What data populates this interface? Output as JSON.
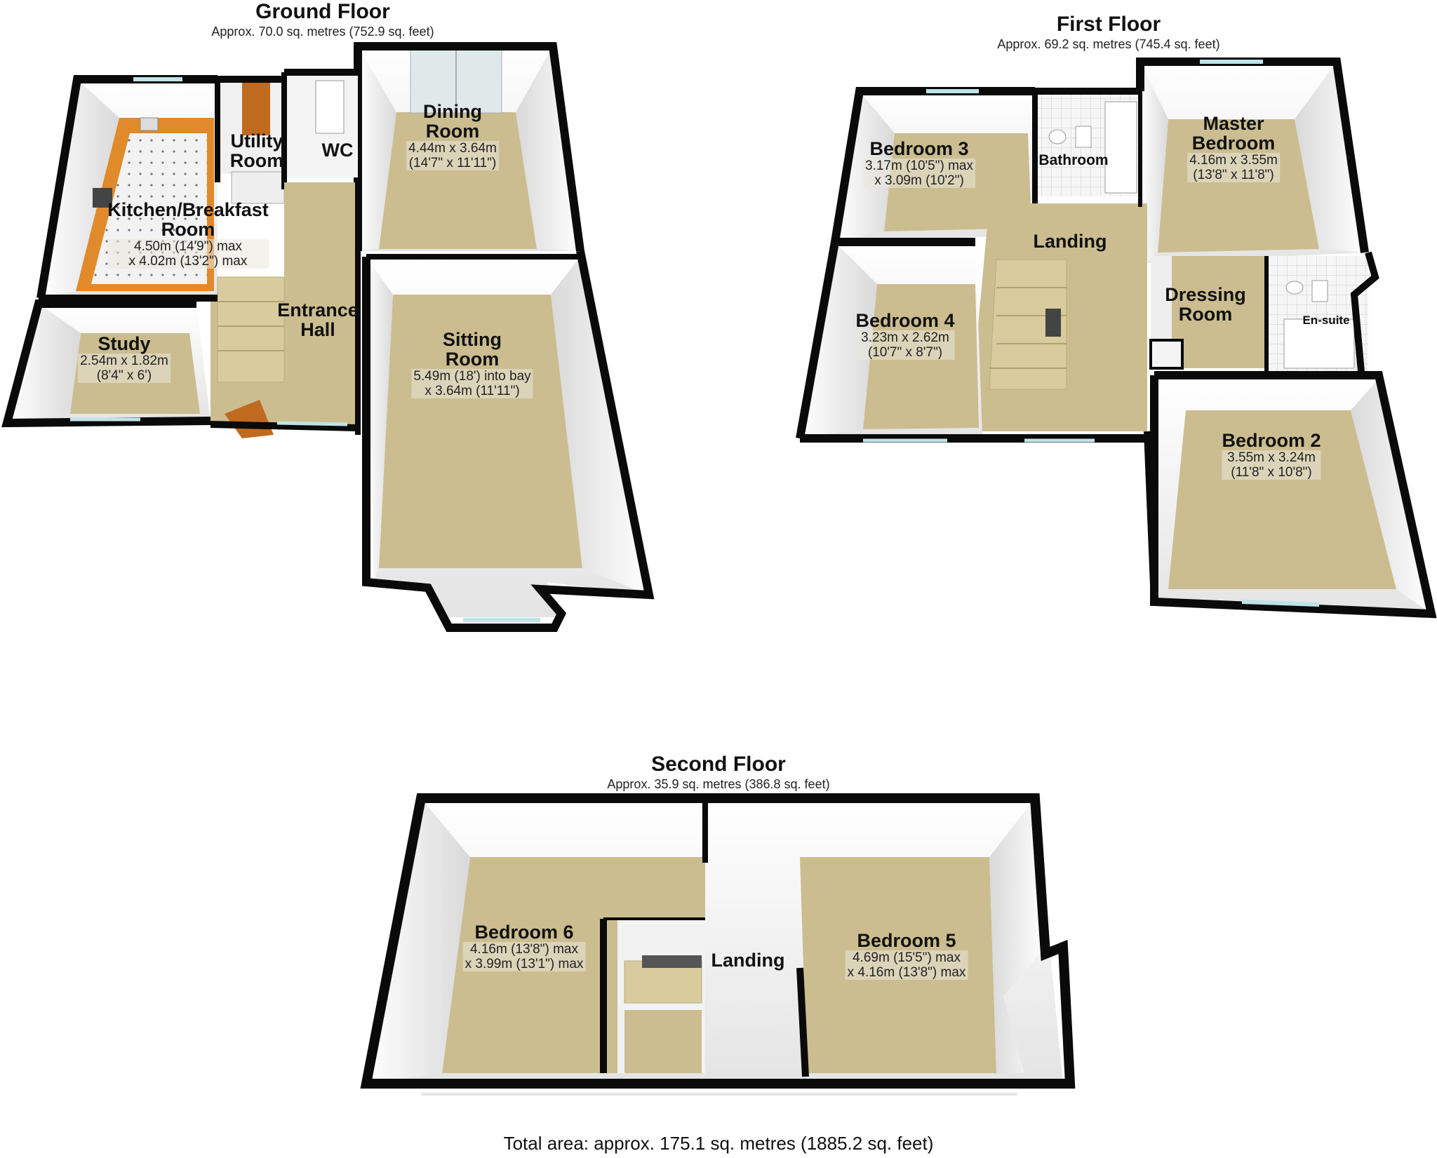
{
  "colors": {
    "wall": "#0a0a0a",
    "floor": "#cbbd8f",
    "kitchen_counter": "#e08a2c",
    "inner_wall": "#eeeeee",
    "window": "#bfe3e6",
    "door": "#c06a20"
  },
  "floors": {
    "ground": {
      "name": "Ground Floor",
      "area": "Approx. 70.0 sq. metres (752.9 sq. feet)"
    },
    "first": {
      "name": "First Floor",
      "area": "Approx. 69.2 sq. metres (745.4 sq. feet)"
    },
    "second": {
      "name": "Second Floor",
      "area": "Approx. 35.9 sq. metres (386.8 sq. feet)"
    }
  },
  "rooms": {
    "dining": {
      "name": "Dining Room",
      "name_l1": "Dining",
      "name_l2": "Room",
      "dim1": "4.44m x 3.64m",
      "dim2": "(14'7\" x 11'11\")"
    },
    "wc": {
      "name": "WC"
    },
    "utility": {
      "name_l1": "Utility",
      "name_l2": "Room"
    },
    "kitchen": {
      "name_l1": "Kitchen/Breakfast",
      "name_l2": "Room",
      "dim1": "4.50m (14'9\") max",
      "dim2": "x 4.02m (13'2\") max"
    },
    "entrance": {
      "name_l1": "Entrance",
      "name_l2": "Hall"
    },
    "sitting": {
      "name_l1": "Sitting",
      "name_l2": "Room",
      "dim1": "5.49m (18') into bay",
      "dim2": "x 3.64m (11'11\")"
    },
    "study": {
      "name": "Study",
      "dim1": "2.54m x 1.82m",
      "dim2": "(8'4\" x 6')"
    },
    "bedroom3": {
      "name": "Bedroom 3",
      "dim1": "3.17m (10'5\") max",
      "dim2": "x 3.09m (10'2\")"
    },
    "bathroom": {
      "name": "Bathroom"
    },
    "master": {
      "name_l1": "Master",
      "name_l2": "Bedroom",
      "dim1": "4.16m x 3.55m",
      "dim2": "(13'8\" x 11'8\")"
    },
    "landing1": {
      "name": "Landing"
    },
    "bedroom4": {
      "name": "Bedroom 4",
      "dim1": "3.23m x 2.62m",
      "dim2": "(10'7\" x 8'7\")"
    },
    "dressing": {
      "name_l1": "Dressing",
      "name_l2": "Room"
    },
    "ensuite": {
      "name": "En-suite"
    },
    "bedroom2": {
      "name": "Bedroom 2",
      "dim1": "3.55m x 3.24m",
      "dim2": "(11'8\" x 10'8\")"
    },
    "bedroom6": {
      "name": "Bedroom 6",
      "dim1": "4.16m (13'8\") max",
      "dim2": "x 3.99m (13'1\") max"
    },
    "landing2": {
      "name": "Landing"
    },
    "bedroom5": {
      "name": "Bedroom 5",
      "dim1": "4.69m (15'5\") max",
      "dim2": "x 4.16m (13'8\") max"
    }
  },
  "total_area": "Total area: approx. 175.1 sq. metres (1885.2 sq. feet)"
}
